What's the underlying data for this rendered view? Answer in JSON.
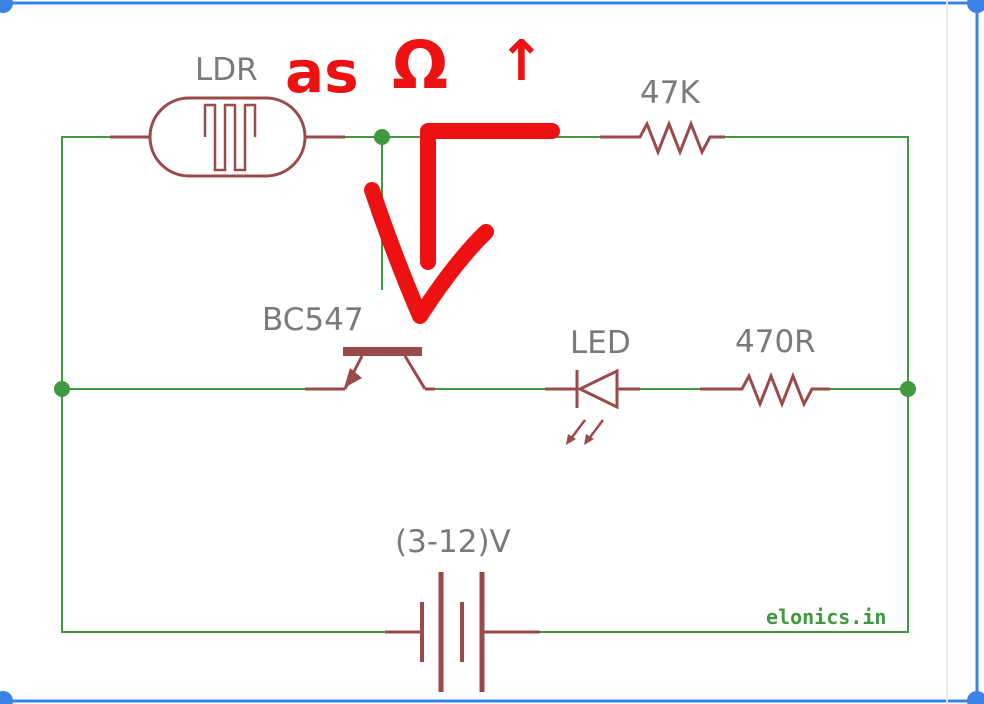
{
  "diagram": {
    "components": {
      "ldr": "LDR",
      "resistor_top": "47K",
      "transistor": "BC547",
      "led": "LED",
      "resistor_bottom": "470R",
      "battery": "(3-12)V"
    },
    "credit": "elonics.in",
    "annotation": {
      "text": "as",
      "symbol": "Ω",
      "arrow": "↑"
    },
    "colors": {
      "wire": "#3f9a3f",
      "component": "#9b4a4a",
      "label": "#7a7a7a",
      "annotation": "#ee1111",
      "frame": "#3b82e6"
    }
  }
}
